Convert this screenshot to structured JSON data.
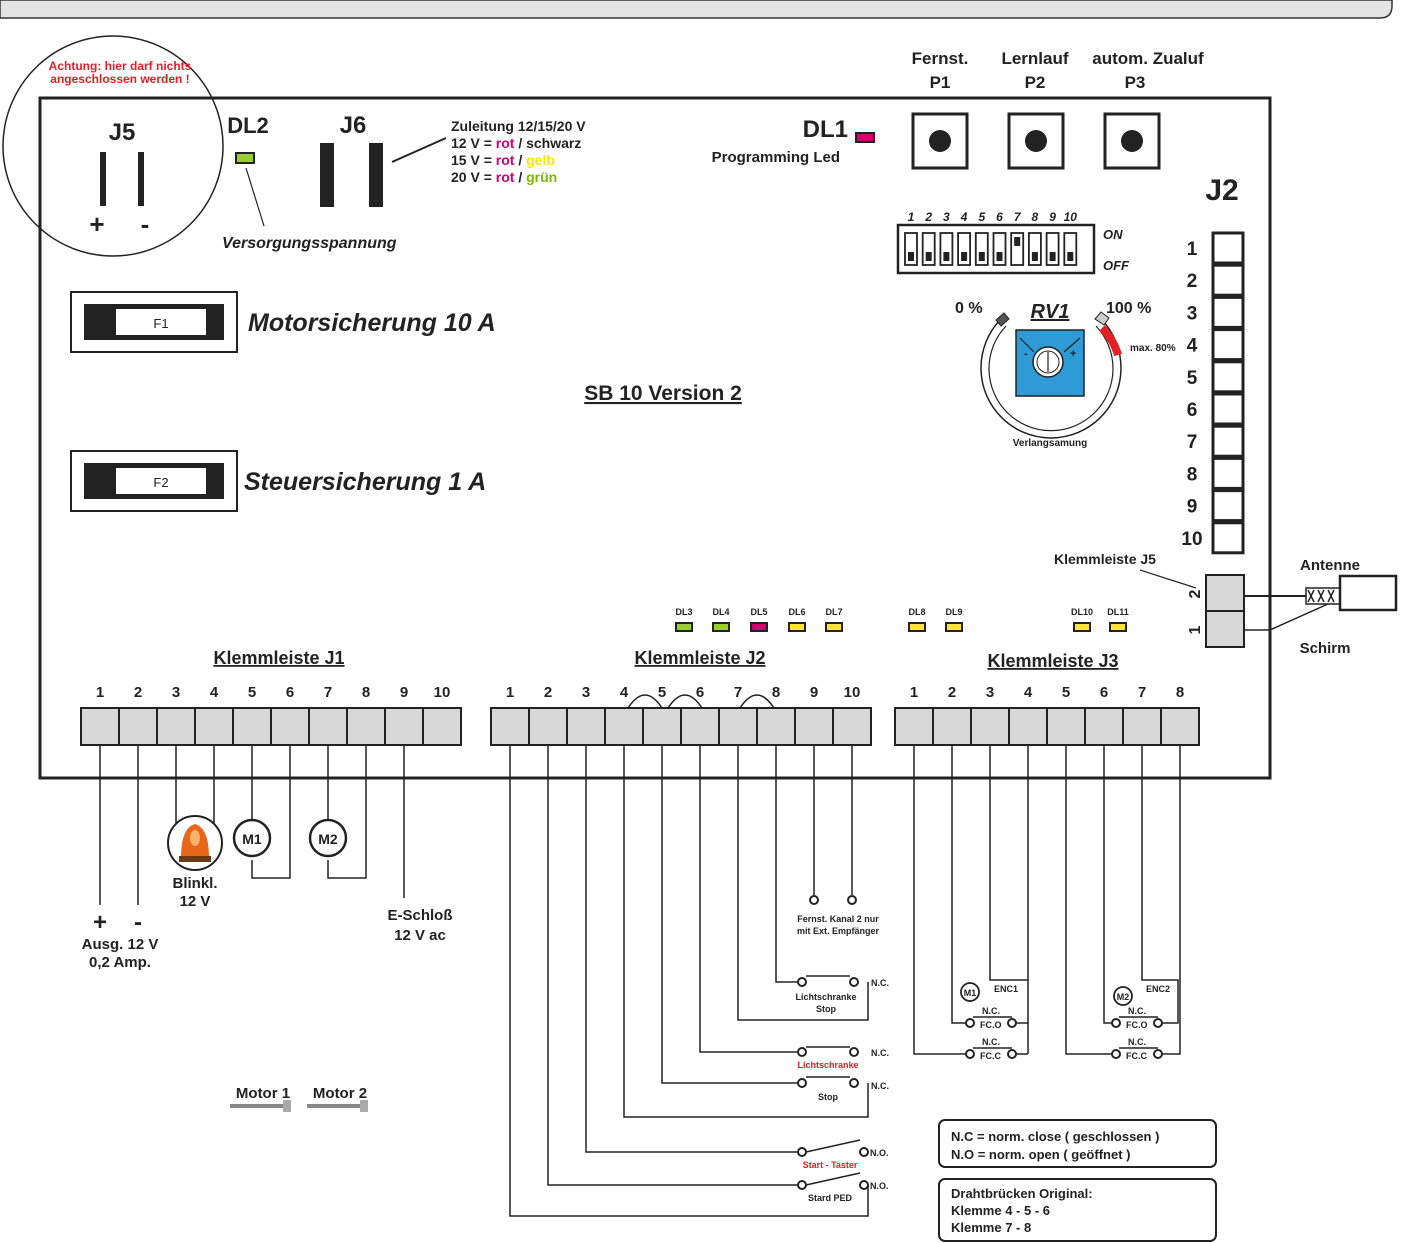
{
  "colors": {
    "accent_red": "#e31e24",
    "magenta": "#d4006f",
    "yellow": "#ffe600",
    "green": "#7ab800",
    "led_green": "#9acd32",
    "led_yellow": "#ffe23a",
    "pot_blue": "#2f9bd6"
  },
  "warning": {
    "line1": "Achtung: hier darf nichts",
    "line2": "angeschlossen werden !"
  },
  "j5_top": {
    "label": "J5",
    "plus": "+",
    "minus": "-"
  },
  "dl2": {
    "label": "DL2",
    "caption": "Versorgungsspannung"
  },
  "j6": {
    "label": "J6"
  },
  "zuleitung": {
    "title": "Zuleitung 12/15/20 V",
    "l12_pre": "12 V = ",
    "l12_c1": "rot",
    "l12_sep": " / ",
    "l12_c2": "schwarz",
    "l15_pre": "15 V = ",
    "l15_c1": "rot",
    "l15_sep": " / ",
    "l15_c2": "gelb",
    "l20_pre": "20 V = ",
    "l20_c1": "rot",
    "l20_sep": " / ",
    "l20_c2": "grün"
  },
  "dl1": {
    "label": "DL1",
    "caption": "Programming Led"
  },
  "buttons": [
    {
      "name": "Fernst.",
      "id": "P1"
    },
    {
      "name": "Lernlauf",
      "id": "P2"
    },
    {
      "name": "autom. Zualuf",
      "id": "P3"
    }
  ],
  "j2_side": {
    "label": "J2",
    "pins": [
      "1",
      "2",
      "3",
      "4",
      "5",
      "6",
      "7",
      "8",
      "9",
      "10"
    ]
  },
  "dip": {
    "numbers": [
      "1",
      "2",
      "3",
      "4",
      "5",
      "6",
      "7",
      "8",
      "9",
      "10"
    ],
    "on": "ON",
    "off": "OFF"
  },
  "rv1": {
    "label": "RV1",
    "min": "0 %",
    "max": "100 %",
    "max_note": "max. 80%",
    "caption": "Verlangsamung",
    "minus": "-",
    "plus": "+"
  },
  "fuses": {
    "f1": "F1",
    "f1_label": "Motorsicherung 10 A",
    "f2": "F2",
    "f2_label": "Steuersicherung 1 A"
  },
  "board_title": "SB 10  Version 2",
  "antenna": {
    "klemm": "Klemmleiste J5",
    "pin2": "2",
    "pin1": "1",
    "antenne": "Antenne",
    "schirm": "Schirm"
  },
  "leds": [
    "DL3",
    "DL4",
    "DL5",
    "DL6",
    "DL7",
    "DL8",
    "DL9",
    "DL10",
    "DL11"
  ],
  "j1": {
    "title": "Klemmleiste J1",
    "pins": [
      "1",
      "2",
      "3",
      "4",
      "5",
      "6",
      "7",
      "8",
      "9",
      "10"
    ]
  },
  "j2": {
    "title": "Klemmleiste J2",
    "pins": [
      "1",
      "2",
      "3",
      "4",
      "5",
      "6",
      "7",
      "8",
      "9",
      "10"
    ]
  },
  "j3": {
    "title": "Klemmleiste J3",
    "pins": [
      "1",
      "2",
      "3",
      "4",
      "5",
      "6",
      "7",
      "8"
    ]
  },
  "j1_wiring": {
    "out_plus": "+",
    "out_minus": "-",
    "out_l1": "Ausg. 12 V",
    "out_l2": "0,2 Amp.",
    "blink_l1": "Blinkl.",
    "blink_l2": "12 V",
    "lock_l1": "E-Schloß",
    "lock_l2": "12 V ac",
    "m1": "M1",
    "m2": "M2",
    "motor1": "Motor 1",
    "motor2": "Motor 2"
  },
  "j2_wiring": {
    "fernst_l1": "Fernst. Kanal 2 nur",
    "fernst_l2": "mit Ext. Empfänger",
    "licht_stop_l1": "Lichtschranke",
    "licht_stop_l2": "Stop",
    "licht": "Lichtschranke",
    "stop": "Stop",
    "start": "Start - Taster",
    "stard": "Stard PED",
    "nc": "N.C.",
    "no": "N.O."
  },
  "j3_wiring": {
    "m1": "M1",
    "m2": "M2",
    "enc1": "ENC1",
    "enc2": "ENC2",
    "nc": "N.C.",
    "fco": "FC.O",
    "fcc": "FC.C"
  },
  "legend": {
    "l1": "N.C = norm. close ( geschlossen )",
    "l2": "N.O = norm. open ( geöffnet )"
  },
  "bridge": {
    "title": "Drahtbrücken Original:",
    "l1": "Klemme 4 - 5 - 6",
    "l2": "Klemme 7 - 8"
  }
}
